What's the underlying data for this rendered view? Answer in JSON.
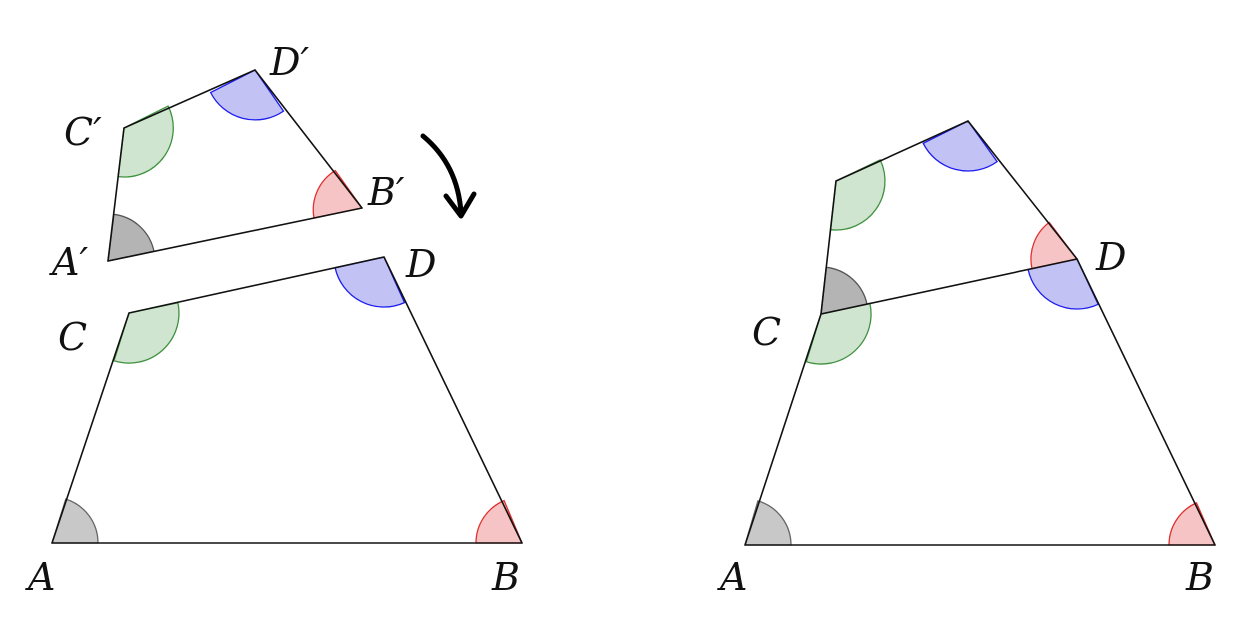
{
  "labels": {
    "left_original": {
      "A": "A",
      "B": "B",
      "C": "C",
      "D": "D"
    },
    "left_rotated": {
      "A": "A′",
      "B": "B′",
      "C": "C′",
      "D": "D′"
    },
    "right": {
      "A": "A",
      "B": "B",
      "C": "C",
      "D": "D"
    }
  },
  "icons": {
    "rotation": "curved-arrow-icon"
  },
  "colors": {
    "angle_A": {
      "fill": "#c8c8c8",
      "stroke": "#666666"
    },
    "angle_A_dark": {
      "fill": "#b4b4b4",
      "stroke": "#555555"
    },
    "angle_B": {
      "fill": "#f6c4c4",
      "stroke": "#e03030"
    },
    "angle_C": {
      "fill": "#cfe5cf",
      "stroke": "#3f913f"
    },
    "angle_D": {
      "fill": "#c2c2f5",
      "stroke": "#1c1cf0"
    },
    "edge": "#111111"
  }
}
